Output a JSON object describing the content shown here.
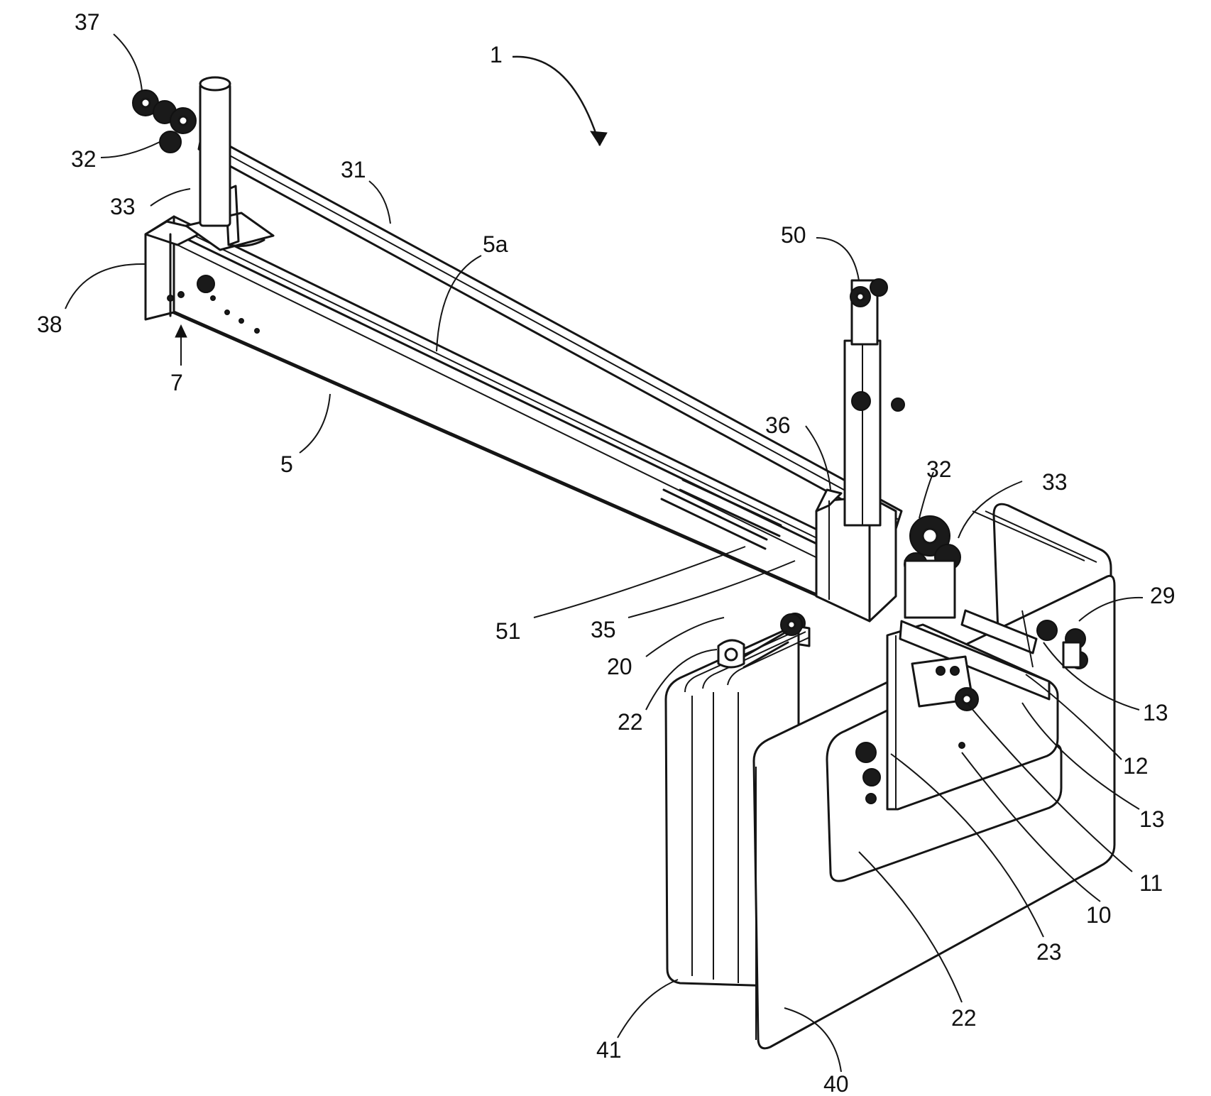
{
  "figure": {
    "colors": {
      "ink": "#151515",
      "paper": "#ffffff"
    },
    "labels": [
      {
        "id": "l1",
        "text": "1"
      },
      {
        "id": "l37",
        "text": "37"
      },
      {
        "id": "l32a",
        "text": "32"
      },
      {
        "id": "l33a",
        "text": "33"
      },
      {
        "id": "l31",
        "text": "31"
      },
      {
        "id": "l5a",
        "text": "5a"
      },
      {
        "id": "l38",
        "text": "38"
      },
      {
        "id": "l7",
        "text": "7"
      },
      {
        "id": "l5",
        "text": "5"
      },
      {
        "id": "l50",
        "text": "50"
      },
      {
        "id": "l36",
        "text": "36"
      },
      {
        "id": "l32b",
        "text": "32"
      },
      {
        "id": "l33b",
        "text": "33"
      },
      {
        "id": "l29",
        "text": "29"
      },
      {
        "id": "l51",
        "text": "51"
      },
      {
        "id": "l35",
        "text": "35"
      },
      {
        "id": "l20",
        "text": "20"
      },
      {
        "id": "l22a",
        "text": "22"
      },
      {
        "id": "l13a",
        "text": "13"
      },
      {
        "id": "l12",
        "text": "12"
      },
      {
        "id": "l13b",
        "text": "13"
      },
      {
        "id": "l11",
        "text": "11"
      },
      {
        "id": "l10",
        "text": "10"
      },
      {
        "id": "l23",
        "text": "23"
      },
      {
        "id": "l22b",
        "text": "22"
      },
      {
        "id": "l41",
        "text": "41"
      },
      {
        "id": "l40",
        "text": "40"
      }
    ]
  }
}
